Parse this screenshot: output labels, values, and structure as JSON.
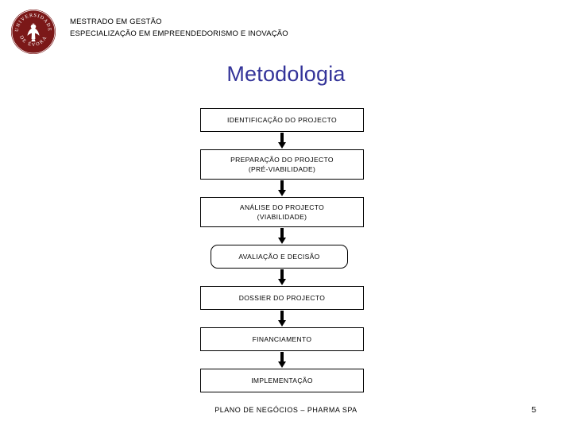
{
  "header": {
    "logo": {
      "icon": "university-of-evora-seal",
      "ring_text_top": "UNIVERSIDADE",
      "ring_text_bottom": "DE ÉVORA",
      "emblem": "dove",
      "color": "#7B1818"
    },
    "lines": [
      "MESTRADO EM GESTÃO",
      "ESPECIALIZAÇÃO EM EMPREENDEDORISMO E INOVAÇÃO"
    ]
  },
  "title": {
    "text": "Metodologia",
    "color": "#333399"
  },
  "flowchart": {
    "type": "vertical-process-flow",
    "arrow_icon": "arrow-down-icon",
    "nodes": [
      {
        "id": "identificacao",
        "lines": [
          "IDENTIFICAÇÃO DO PROJECTO"
        ],
        "shape": "rectangle",
        "width": "full"
      },
      {
        "id": "preparacao",
        "lines": [
          "PREPARAÇÃO DO PROJECTO",
          "(PRÉ-VIABILIDADE)"
        ],
        "shape": "rectangle",
        "width": "full"
      },
      {
        "id": "analise",
        "lines": [
          "ANÁLISE DO PROJECTO",
          "(VIABILIDADE)"
        ],
        "shape": "rectangle",
        "width": "full"
      },
      {
        "id": "avaliacao",
        "lines": [
          "AVALIAÇÃO E DECISÃO"
        ],
        "shape": "rounded-rectangle",
        "width": "narrow"
      },
      {
        "id": "dossier",
        "lines": [
          "DOSSIER DO PROJECTO"
        ],
        "shape": "rectangle",
        "width": "full"
      },
      {
        "id": "financiamento",
        "lines": [
          "FINANCIAMENTO"
        ],
        "shape": "rectangle",
        "width": "full"
      },
      {
        "id": "implementacao",
        "lines": [
          "IMPLEMENTAÇÃO"
        ],
        "shape": "rectangle",
        "width": "full"
      }
    ]
  },
  "footer": {
    "text": "PLANO DE NEGÓCIOS – PHARMA SPA",
    "page_number": "5"
  }
}
